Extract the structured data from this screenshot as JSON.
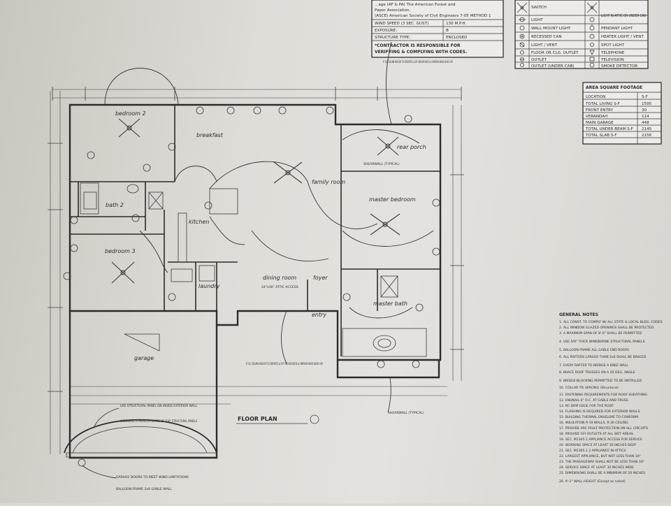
{
  "header_note": {
    "line1": "...age (AF & PA) The American Forest and",
    "line2": "Paper Association.",
    "line3": "(ASCE) American Society of Civil Engineers 7-05 METHOD 1"
  },
  "wind_table": {
    "rows": [
      {
        "label": "WIND SPEED (3 SEC. GUST)",
        "value": "130 M.P.H."
      },
      {
        "label": "EXPOSURE:",
        "value": "B"
      },
      {
        "label": "STRUCTURE TYPE:",
        "value": "ENCLOSED"
      }
    ],
    "footnote1": "*CONTRACTOR IS RESPONSIBLE FOR",
    "footnote2": "VERIFYING & COMPLYING WITH CODES."
  },
  "legend": {
    "items_left": [
      "SWITCH",
      "LIGHT",
      "WALL MOUNT LIGHT",
      "RECESSED CAN",
      "LIGHT / VENT",
      "FLOOR OR CLG. OUTLET",
      "OUTLET",
      "OUTLET (UNDER CAB)"
    ],
    "items_right": [
      "",
      "LIGHT IN ATTIC OR UNDER CAB",
      "PENDANT LIGHT",
      "HEATER LIGHT / VENT",
      "SPOT LIGHT",
      "TELEPHONE",
      "TELEVISION",
      "SMOKE DETECTOR"
    ]
  },
  "area_table": {
    "title": "AREA SQUARE FOOTAGE",
    "header": {
      "label": "LOCATION",
      "value": "S-F"
    },
    "rows": [
      {
        "label": "TOTAL LIVING S-F",
        "value": "1595"
      },
      {
        "label": "FRONT ENTRY",
        "value": "30"
      },
      {
        "label": "VERANDAH",
        "value": "114"
      },
      {
        "label": "MAIN GARAGE",
        "value": "448"
      },
      {
        "label": "TOTAL UNDER BEAM S-F",
        "value": "2145"
      },
      {
        "label": "TOTAL SLAB S-F",
        "value": "2156"
      }
    ]
  },
  "rooms": {
    "bedroom2": "bedroom 2",
    "breakfast": "breakfast",
    "family_room": "family room",
    "rear_porch": "rear porch",
    "master_bedroom": "master bedroom",
    "bath2": "bath 2",
    "kitchen": "kitchen",
    "bedroom3": "bedroom 3",
    "dining_room": "dining room",
    "foyer": "foyer",
    "laundry": "laundry",
    "master_bath": "master bath",
    "entry": "entry",
    "garage": "garage"
  },
  "plan_title": "FLOOR PLAN",
  "callouts": {
    "top_post": "6\" SQ. COLUMN ANCHOR TO CONCRETE w/ 5/8\" ANCHOR BOLTS w/ SIMPSON ABU66 (BASE CAP)",
    "shearwall": "SHEARWALL (TYPICAL)",
    "attic": "24\"x36\" ATTIC ACCESS",
    "post_mid": "6\" SQ. COLUMN ANCHOR TO CONCRETE w/ 5/8\" ANCHOR BOLTS w/ SIMPSON ABU66 (BASE CAP)",
    "garage_note1": "USE STRUCTURAL PANEL ON INSIDE EXTERIOR WALL",
    "garage_note2": "SHEARWALL (TYPICAL) (2) LAYERS OF 7/16\" STRUCTURAL PANELS",
    "garage_note3": "GARAGE DOORS TO MEET WIND LIMITATIONS",
    "garage_note4": "BALLOON FRAME 2x6 GABLE WALL",
    "shearwall_bottom": "SHEARWALL (TYPICAL)"
  },
  "general_notes": {
    "heading": "GENERAL NOTES",
    "lines": [
      "1. ALL CONST. TO COMPLY W/ ALL STATE & LOCAL BLDG. CODES",
      "2. ALL WINDOW GLAZED OPENINGS SHALL BE PROTECTED",
      "3. A MAXIMUM SPAN OF 8'-0\" SHALL BE PERMITTED",
      "4. USE 5/8\" THICK WINDBORNE STRUCTURAL PANELS",
      "5. BALLOON FRAME ALL GABLE END ROOFS",
      "6. ALL RAFTERS LARGER THAN 2x6 SHALL BE BRACED",
      "7. EVERY RAFTER TO BRIDGE A KNEE WALL",
      "8. BRACE ROOF TRUSSES ON A 45 DEG. ANGLE",
      "9. BRIDGE-BLOCKING PERMITTED TO BE INSTALLED",
      "10. COLLAR TIE SPACING (Structural)",
      "11. FASTENING REQUIREMENTS FOR ROOF SHEATHING",
      "12. ENDNAIL 6\" O.C. AT GABLE AND TRUSS",
      "13. RC-DRIP EDGE FOR THE ROOF",
      "14. FLASHING IS REQUIRED FOR EXTERIOR WALLS",
      "15. BUILDING THERMAL ENVELOPE TO CONFORM",
      "16. INSULATION R-19 WALLS, R-30 CEILING",
      "17. PROVIDE ARC FAULT PROTECTION ON ALL CIRCUITS",
      "18. PROVIDE GFI OUTLETS AT ALL WET AREAS",
      "19. SEC. M1305.1 APPLIANCE ACCESS FOR SERVICE",
      "20. WORKING SPACE AT LEAST 30 INCHES DEEP",
      "21. SEC. M1305.1.3 APPLIANCE IN ATTICS",
      "22. LARGEST APPLIANCE, BUT NOT LESS THAN 30\"",
      "23. THE PASSAGEWAY SHALL NOT BE LESS THAN 30\"",
      "24. SERVICE SPACE AT LEAST 30 INCHES WIDE",
      "25. DIMENSIONS SHALL BE A MINIMUM OF 20 INCHES",
      "26. 9'-1\" WALL HEIGHT (Except as noted)"
    ]
  }
}
